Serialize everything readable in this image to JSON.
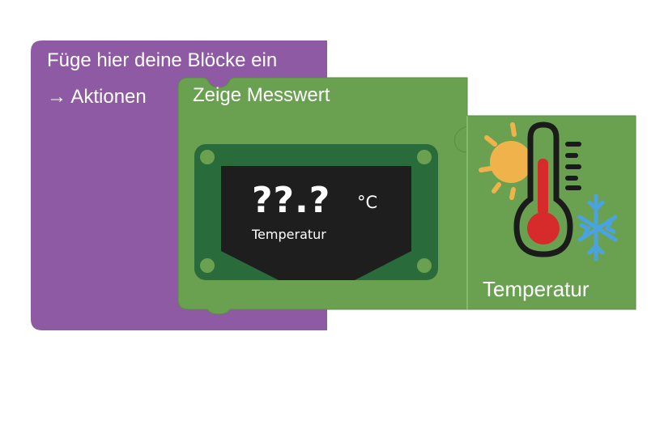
{
  "container_block": {
    "title": "Füge hier deine Blöcke ein",
    "hint": "→ Aktionen",
    "color": "#8e5aa3"
  },
  "action_block": {
    "title": "Zeige Messwert",
    "color": "#6aa150",
    "display": {
      "value": "??.?",
      "unit": "°C",
      "label": "Temperatur",
      "board_color": "#2a6b3c",
      "screen_color": "#1e1e1e"
    }
  },
  "sensor_block": {
    "label": "Temperatur",
    "icon": "thermometer-icon",
    "color": "#6aa150"
  }
}
